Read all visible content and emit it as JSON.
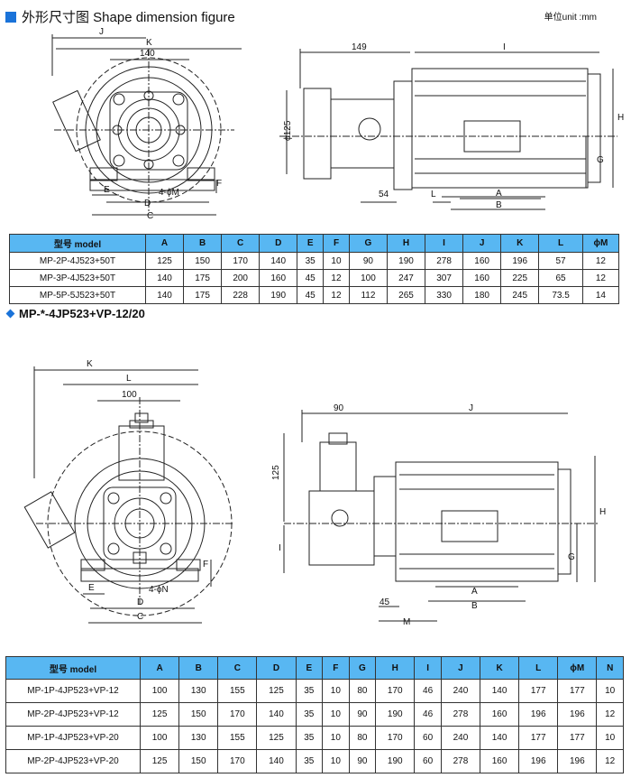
{
  "section1": {
    "title": "外形尺寸图 Shape dimension figure",
    "unit": "单位unit :mm"
  },
  "fig1_labels": {
    "J": "J",
    "K": "K",
    "d140": "140",
    "E": "E",
    "hole": "4-ϕM",
    "D": "D",
    "C": "C",
    "F": "F",
    "d149": "149",
    "I": "I",
    "d125": "ϕ125",
    "d54": "54",
    "L": "L",
    "A": "A",
    "B": "B",
    "G": "G",
    "H": "H"
  },
  "table1": {
    "headers": [
      "型号 model",
      "A",
      "B",
      "C",
      "D",
      "E",
      "F",
      "G",
      "H",
      "I",
      "J",
      "K",
      "L",
      "ϕM"
    ],
    "rows": [
      [
        "MP-2P-4J523+50T",
        "125",
        "150",
        "170",
        "140",
        "35",
        "10",
        "90",
        "190",
        "278",
        "160",
        "196",
        "57",
        "12"
      ],
      [
        "MP-3P-4J523+50T",
        "140",
        "175",
        "200",
        "160",
        "45",
        "12",
        "100",
        "247",
        "307",
        "160",
        "225",
        "65",
        "12"
      ],
      [
        "MP-5P-5J523+50T",
        "140",
        "175",
        "228",
        "190",
        "45",
        "12",
        "112",
        "265",
        "330",
        "180",
        "245",
        "73.5",
        "14"
      ]
    ]
  },
  "section2": {
    "title": "MP-*-4JP523+VP-12/20"
  },
  "fig2_labels": {
    "K": "K",
    "L": "L",
    "d100": "100",
    "E": "E",
    "hole": "4-ϕN",
    "D": "D",
    "C": "C",
    "F": "F",
    "d90": "90",
    "J": "J",
    "d125": "125",
    "I": "I",
    "H": "H",
    "G": "G",
    "A": "A",
    "d45": "45",
    "B": "B",
    "M": "M"
  },
  "table2": {
    "headers": [
      "型号 model",
      "A",
      "B",
      "C",
      "D",
      "E",
      "F",
      "G",
      "H",
      "I",
      "J",
      "K",
      "L",
      "ϕM",
      "N"
    ],
    "rows": [
      [
        "MP-1P-4JP523+VP-12",
        "100",
        "130",
        "155",
        "125",
        "35",
        "10",
        "80",
        "170",
        "46",
        "240",
        "140",
        "177",
        "177",
        "10"
      ],
      [
        "MP-2P-4JP523+VP-12",
        "125",
        "150",
        "170",
        "140",
        "35",
        "10",
        "90",
        "190",
        "46",
        "278",
        "160",
        "196",
        "196",
        "12"
      ],
      [
        "MP-1P-4JP523+VP-20",
        "100",
        "130",
        "155",
        "125",
        "35",
        "10",
        "80",
        "170",
        "60",
        "240",
        "140",
        "177",
        "177",
        "10"
      ],
      [
        "MP-2P-4JP523+VP-20",
        "125",
        "150",
        "170",
        "140",
        "35",
        "10",
        "90",
        "190",
        "60",
        "278",
        "160",
        "196",
        "196",
        "12"
      ]
    ]
  }
}
